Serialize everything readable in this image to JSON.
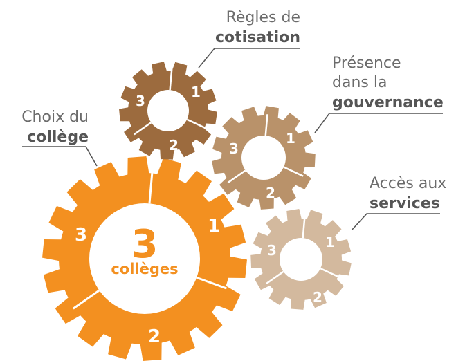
{
  "colors": {
    "main_gear": "#f39020",
    "cotisation_gear": "#9c6b3e",
    "gouvernance_gear": "#b9926a",
    "services_gear": "#d3b99e",
    "label_text": "#555555"
  },
  "center": {
    "number": "3",
    "word": "collèges"
  },
  "gears": {
    "college": {
      "segments": [
        "1",
        "2",
        "3"
      ],
      "label_light": "Choix du",
      "label_bold": "collège"
    },
    "cotisation": {
      "segments": [
        "1",
        "2",
        "3"
      ],
      "label_light": "Règles de",
      "label_bold": "cotisation"
    },
    "gouvernance": {
      "segments": [
        "1",
        "2",
        "3"
      ],
      "label_light_1": "Présence",
      "label_light_2": "dans la",
      "label_bold": "gouvernance"
    },
    "services": {
      "segments": [
        "1",
        "2",
        "3"
      ],
      "label_light": "Accès aux",
      "label_bold": "services"
    }
  }
}
